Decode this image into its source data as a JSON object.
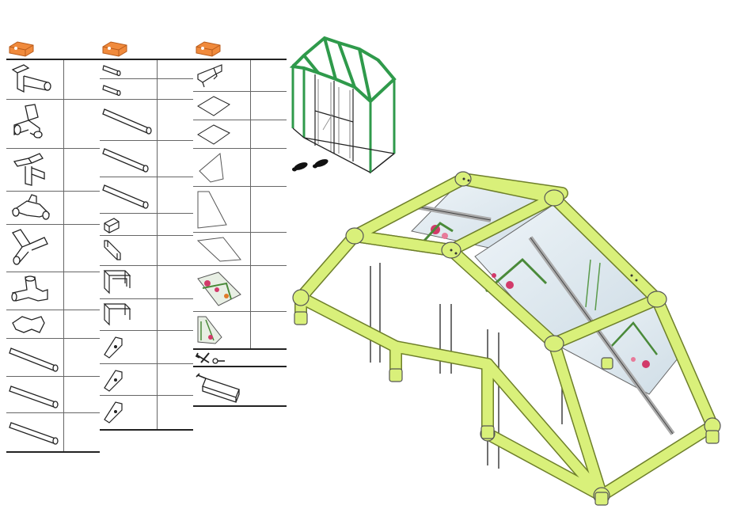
{
  "columns": [
    {
      "id": "col1",
      "parts": [
        {
          "icon": "tee-connector-icon",
          "qty": ""
        },
        {
          "icon": "corner-connector-icon",
          "qty": ""
        },
        {
          "icon": "cross-connector-icon",
          "qty": ""
        },
        {
          "icon": "ridge-connector-icon",
          "qty": ""
        },
        {
          "icon": "angle-connector-icon",
          "qty": ""
        },
        {
          "icon": "elbow-connector-icon",
          "qty": ""
        },
        {
          "icon": "base-plate-icon",
          "qty": ""
        },
        {
          "icon": "long-tube-icon",
          "qty": ""
        },
        {
          "icon": "long-tube-icon",
          "qty": ""
        },
        {
          "icon": "long-tube-icon",
          "qty": ""
        }
      ]
    },
    {
      "id": "col2",
      "parts": [
        {
          "icon": "short-tube-icon",
          "qty": ""
        },
        {
          "icon": "short-tube-icon",
          "qty": ""
        },
        {
          "icon": "medium-tube-icon",
          "qty": ""
        },
        {
          "icon": "medium-tube-icon",
          "qty": ""
        },
        {
          "icon": "medium-tube-icon",
          "qty": ""
        },
        {
          "icon": "end-cap-icon",
          "qty": ""
        },
        {
          "icon": "rail-profile-icon",
          "qty": ""
        },
        {
          "icon": "frame-profile-icon",
          "qty": ""
        },
        {
          "icon": "frame-profile-icon",
          "qty": ""
        },
        {
          "icon": "clip-icon",
          "qty": ""
        },
        {
          "icon": "clip-icon",
          "qty": ""
        },
        {
          "icon": "clip-icon",
          "qty": ""
        }
      ]
    },
    {
      "id": "col3",
      "parts": [
        {
          "icon": "gutter-corner-icon",
          "qty": ""
        },
        {
          "icon": "square-panel-icon",
          "qty": ""
        },
        {
          "icon": "square-panel-icon",
          "qty": ""
        },
        {
          "icon": "triangle-panel-icon",
          "qty": ""
        },
        {
          "icon": "trapezoid-panel-icon",
          "qty": ""
        },
        {
          "icon": "slanted-panel-icon",
          "qty": ""
        },
        {
          "icon": "printed-panel-icon",
          "qty": ""
        },
        {
          "icon": "printed-panel-icon",
          "qty": ""
        }
      ],
      "tools": [
        {
          "icon": "tools-icon"
        },
        {
          "icon": "screwdriver-box-icon"
        }
      ]
    }
  ],
  "colors": {
    "package": "#f08a3c",
    "frame_green": "#2f9a4b",
    "frame_lime": "#d9f07a",
    "line": "#222222"
  }
}
